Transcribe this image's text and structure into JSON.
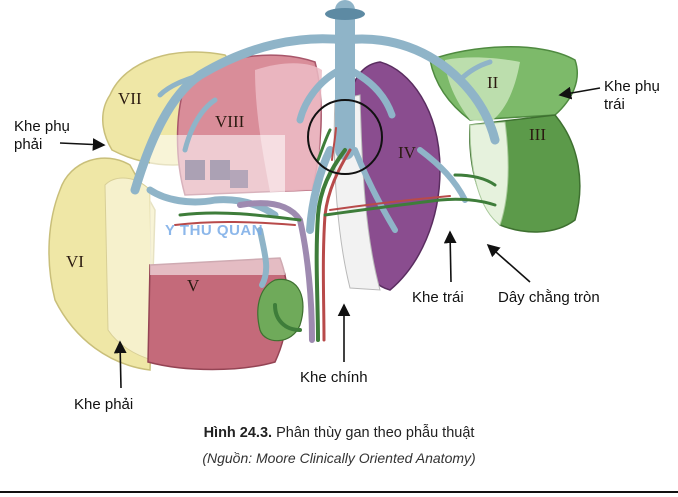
{
  "segments": {
    "II": "II",
    "III": "III",
    "IV": "IV",
    "V": "V",
    "VI": "VI",
    "VII": "VII",
    "VIII": "VIII"
  },
  "labels": {
    "right_accessory_fissure_line1": "Khe phụ",
    "right_accessory_fissure_line2": "phải",
    "left_accessory_fissure_line1": "Khe phụ",
    "left_accessory_fissure_line2": "trái",
    "left_fissure": "Khe trái",
    "round_ligament": "Dây chằng tròn",
    "main_fissure": "Khe chính",
    "right_fissure": "Khe phải"
  },
  "watermark": "Y THU QUAN",
  "caption": {
    "figure_number": "Hình 24.3.",
    "title": "Phân thùy gan theo phẫu thuật",
    "source": "(Nguồn: Moore Clinically Oriented Anatomy)"
  },
  "colors": {
    "yellow_lobe": "#efe7a6",
    "pink_lobe": "#d07a8a",
    "purple_lobe": "#8a4d8f",
    "green_lobe": "#8cc47a",
    "vessel_blue": "#8fb4c8"
  }
}
